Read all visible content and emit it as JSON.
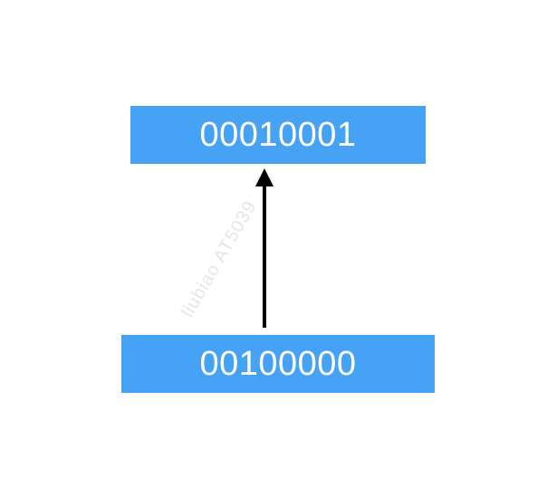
{
  "diagram": {
    "top_box": {
      "label": "00010001"
    },
    "bottom_box": {
      "label": "00100000"
    },
    "arrow": {
      "direction": "up"
    },
    "watermark": {
      "text": "liubiao    AT5039"
    }
  },
  "colors": {
    "box_fill": "#45a2f5",
    "box_text": "#ffffff",
    "arrow": "#000000",
    "watermark": "#e6e6e6",
    "background": "#ffffff"
  }
}
